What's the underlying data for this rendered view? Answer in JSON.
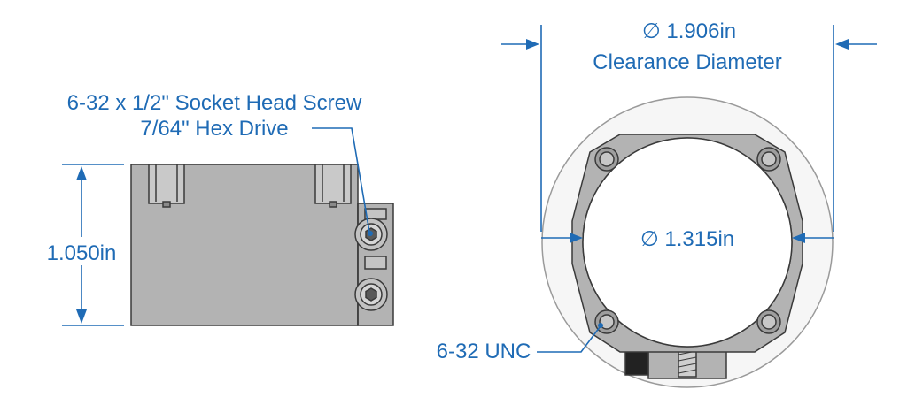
{
  "labels": {
    "screw_line1": "6-32 x 1/2\" Socket Head Screw",
    "screw_line2": "7/64\" Hex Drive",
    "height": "1.050in",
    "clearance_value": "∅ 1.906in",
    "clearance_caption": "Clearance Diameter",
    "bore": "∅ 1.315in",
    "thread": "6-32 UNC"
  },
  "colors": {
    "annotation": "#1f6bb5",
    "part_fill": "#b3b3b3",
    "part_edge": "#3a3a3a",
    "clearance_circle": "#9a9a9a"
  }
}
